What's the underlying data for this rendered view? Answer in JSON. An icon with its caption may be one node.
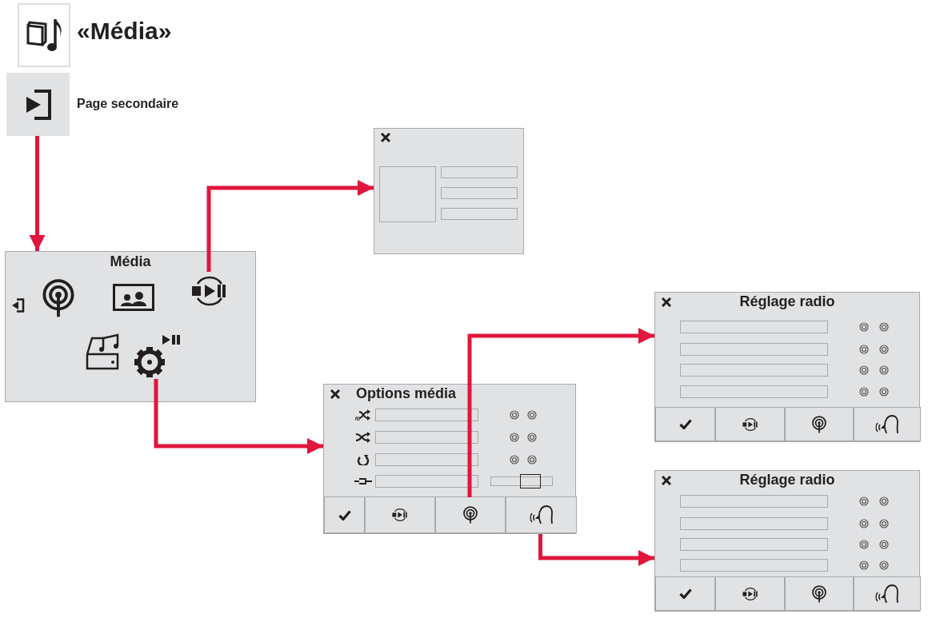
{
  "diagram": {
    "title": "«Média»",
    "nodes": [
      {
        "text": [],
        "shape": "box",
        "beside": [
          "Page secondaire"
        ]
      },
      {
        "text": [
          "Média"
        ]
      },
      {
        "text": [],
        "shape": "picture",
        "in": 1
      },
      {
        "text": [],
        "shape": "picture",
        "in": 1
      },
      {
        "text": [],
        "shape": "box"
      },
      {
        "text": [
          "Options média"
        ]
      },
      {
        "text": [],
        "shape": "box",
        "in": 5
      },
      {
        "text": [],
        "shape": "box",
        "in": 5
      },
      {
        "text": [],
        "shape": "box",
        "in": 5
      },
      {
        "text": [],
        "shape": "box",
        "in": 5
      },
      {
        "text": [
          "Réglage radio"
        ]
      },
      {
        "text": [
          "Réglage radio"
        ]
      }
    ],
    "edges": [
      {
        "from": 0,
        "to": 1,
        "arrow": "to"
      },
      {
        "from": 2,
        "to": 4,
        "arrow": "to"
      },
      {
        "from": 3,
        "to": 5,
        "arrow": "to"
      },
      {
        "from": 8,
        "to": 10,
        "arrow": "to"
      },
      {
        "from": 9,
        "to": 11,
        "arrow": "to"
      }
    ]
  }
}
